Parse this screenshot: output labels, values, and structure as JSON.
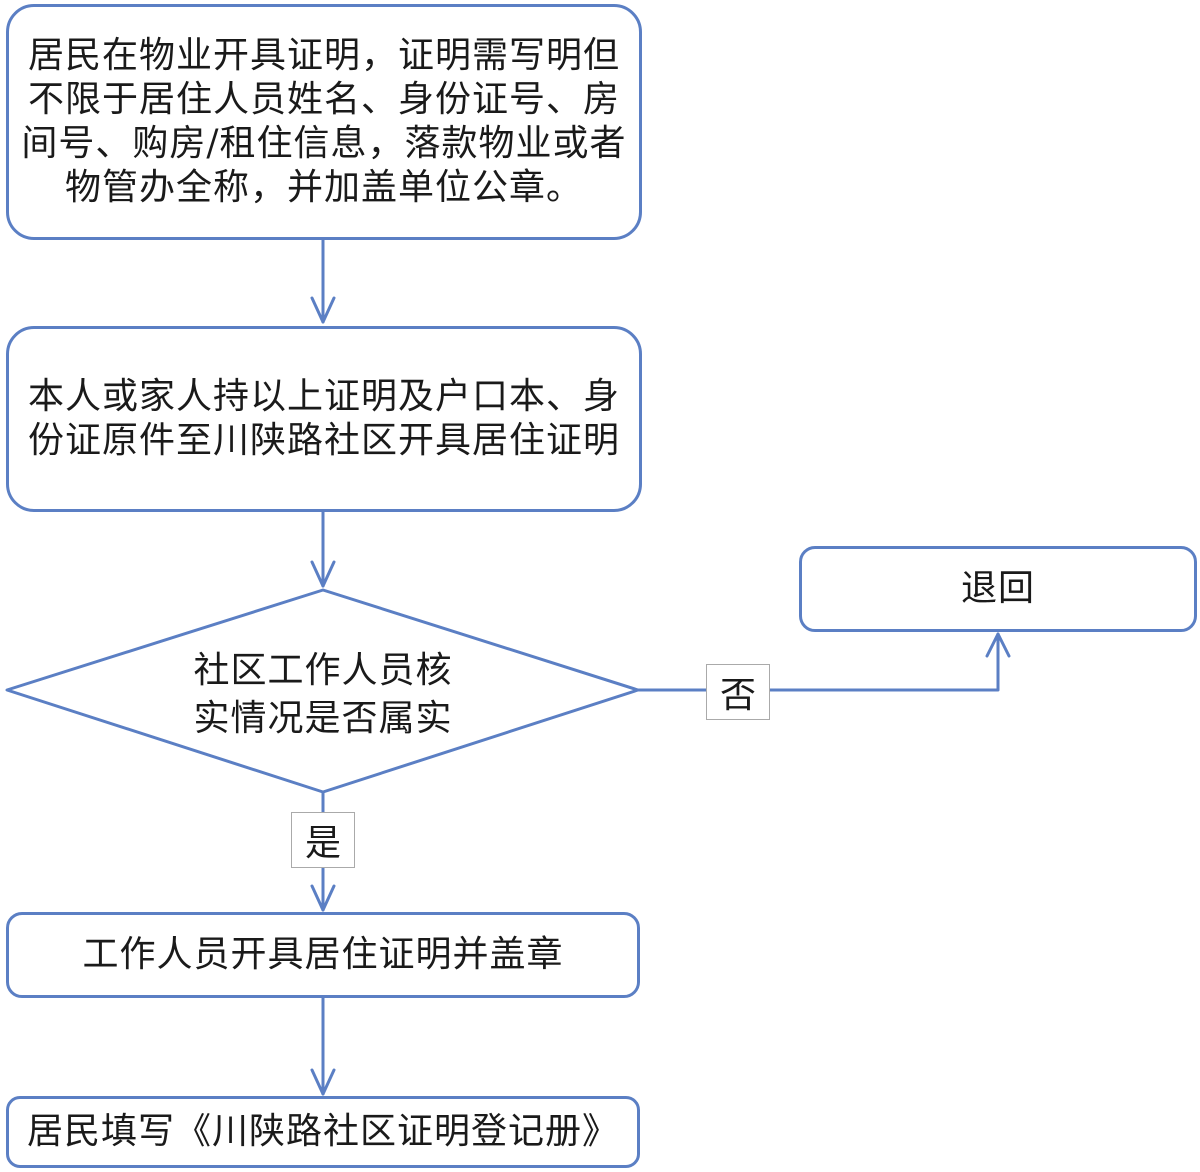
{
  "colors": {
    "stroke": "#5b7fc4",
    "text": "#1a1a1a",
    "label_border": "#aaaaaa"
  },
  "nodes": {
    "step1": {
      "text": "居民在物业开具证明，证明需写明但\n不限于居住人员姓名、身份证号、房\n间号、购房/租住信息，落款物业或者\n物管办全称，并加盖单位公章。"
    },
    "step2": {
      "text": "本人或家人持以上证明及户口本、身\n份证原件至川陕路社区开具居住证明"
    },
    "decision": {
      "text": "社区工作人员核\n实情况是否属实"
    },
    "reject": {
      "text": "退回"
    },
    "step3": {
      "text": "工作人员开具居住证明并盖章"
    },
    "step4": {
      "text": "居民填写《川陕路社区证明登记册》"
    }
  },
  "edge_labels": {
    "no": "否",
    "yes": "是"
  }
}
